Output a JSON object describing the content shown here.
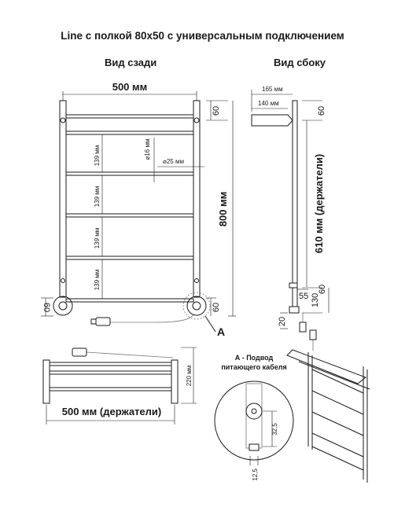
{
  "title": "Line с полкой 80х50 с универсальным подключением",
  "views": {
    "back": "Вид сзади",
    "side": "Вид сбоку"
  },
  "back_view": {
    "width": "500 мм",
    "height": "800 мм",
    "top_offset": "60",
    "bottom_offset": "60",
    "bottom_offset_left": "60",
    "rung_spacing": [
      "139 мм",
      "139 мм",
      "139 мм",
      "139 мм"
    ],
    "diameter_16": "16 мм",
    "diameter_25": "25 мм",
    "callout": "A"
  },
  "side_view": {
    "depth_outer": "165 мм",
    "depth_inner": "140 мм",
    "top": "60",
    "holders": "610 мм (держатели)",
    "bottom_55": "55",
    "bottom_130": "130",
    "bottom_60": "60",
    "bottom_20": "20"
  },
  "top_view": {
    "width": "500 мм (держатели)",
    "height": "220 мм"
  },
  "detail": {
    "caption_line1": "А - Подвод",
    "caption_line2": "питающего кабеля",
    "dim_32_5": "32,5",
    "dim_12_5": "12,5"
  }
}
